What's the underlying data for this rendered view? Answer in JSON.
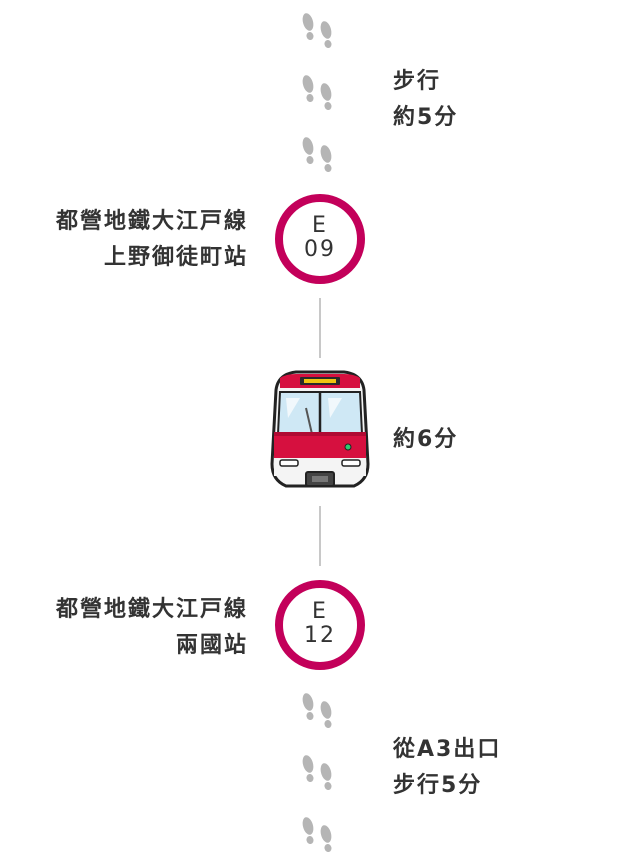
{
  "route": {
    "walk_to_station": {
      "line1": "步行",
      "line2": "約5分"
    },
    "station_from": {
      "line_name": "都營地鐵大江戸線",
      "station_name": "上野御徒町站",
      "code_letter": "E",
      "code_number": "09"
    },
    "ride": {
      "duration": "約6分"
    },
    "station_to": {
      "line_name": "都營地鐵大江戸線",
      "station_name": "兩國站",
      "code_letter": "E",
      "code_number": "12"
    },
    "walk_from_station": {
      "line1": "從A3出口",
      "line2": "步行5分"
    }
  },
  "colors": {
    "line_accent": "#c3005a",
    "text": "#333333",
    "footsteps": "#b5b5b5",
    "connector": "#c8c8c8",
    "train_red": "#d6103f"
  },
  "icons": {
    "footsteps": "footsteps-icon",
    "train": "train-icon"
  }
}
